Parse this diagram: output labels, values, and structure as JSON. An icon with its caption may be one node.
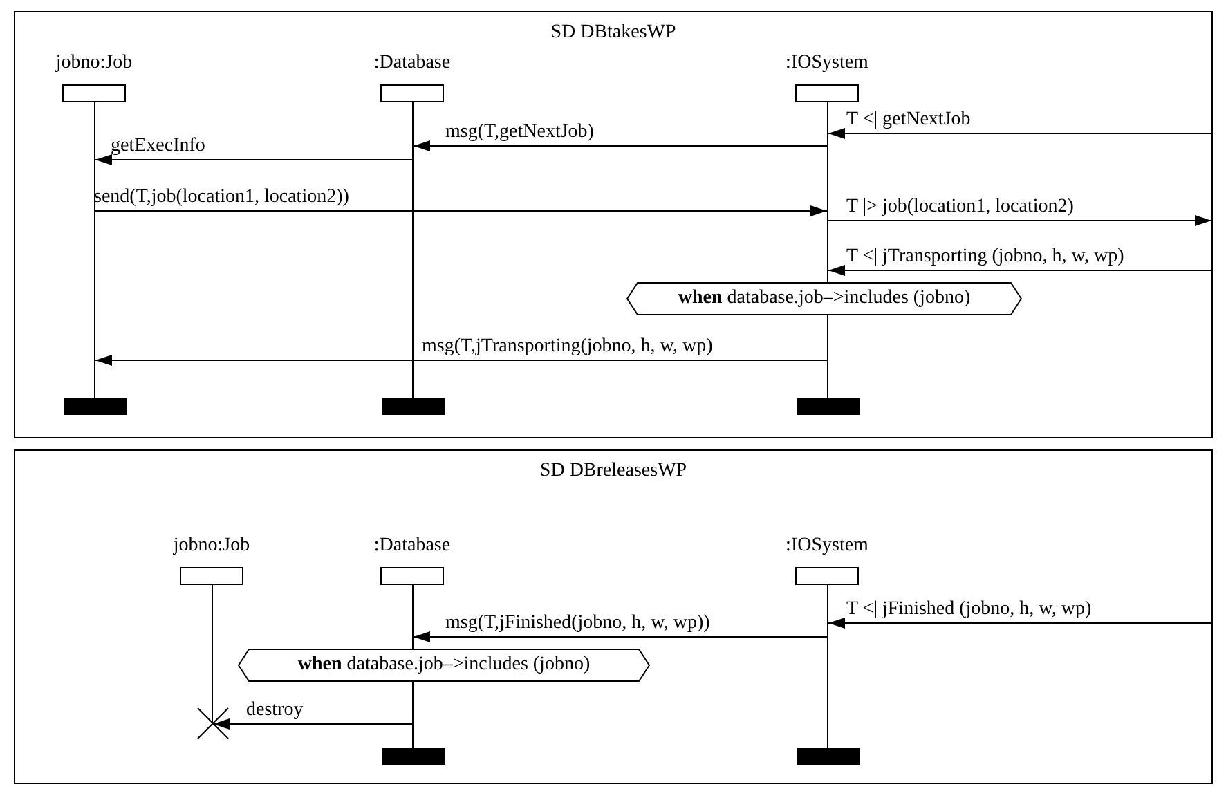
{
  "diagram": {
    "nodes": [
      {
        "text": [
          "SD DBtakesWP"
        ]
      },
      {
        "text": [
          "jobno:Job"
        ],
        "in": 0
      },
      {
        "text": [
          ":Database"
        ],
        "in": 0
      },
      {
        "text": [
          ":IOSystem"
        ],
        "in": 0
      },
      {
        "text": [],
        "shape": "line",
        "in": 0
      },
      {
        "text": [],
        "shape": "line",
        "in": 0
      },
      {
        "text": [],
        "shape": "line",
        "in": 0
      },
      {
        "text": [
          "**when** database.job–>includes (jobno)"
        ],
        "in": 0
      },
      {
        "text": [
          "SD DBreleasesWP"
        ]
      },
      {
        "text": [
          "jobno:Job"
        ],
        "in": 8
      },
      {
        "text": [
          ":Database"
        ],
        "in": 8
      },
      {
        "text": [
          ":IOSystem"
        ],
        "in": 8
      },
      {
        "text": [],
        "shape": "line",
        "in": 8
      },
      {
        "text": [],
        "shape": "line",
        "in": 8
      },
      {
        "text": [],
        "shape": "line",
        "in": 8
      },
      {
        "text": [
          "**when** database.job–>includes (jobno)"
        ],
        "in": 8
      }
    ],
    "edges": [
      {
        "from": null,
        "to": 6,
        "arrow": "to",
        "label": "T <| getNextJob"
      },
      {
        "from": 6,
        "to": 5,
        "arrow": "to",
        "label": "msg(T,getNextJob)"
      },
      {
        "from": 5,
        "to": 4,
        "arrow": "to",
        "label": "getExecInfo"
      },
      {
        "from": 4,
        "to": 6,
        "arrow": "to",
        "label": "send(T,job(location1, location2))"
      },
      {
        "from": 6,
        "to": null,
        "arrow": "to",
        "label": "T |> job(location1, location2)"
      },
      {
        "from": null,
        "to": 6,
        "arrow": "to",
        "label": "T <| jTransporting (jobno, h, w, wp)"
      },
      {
        "from": 6,
        "to": 4,
        "arrow": "to",
        "label": "msg(T,jTransporting(jobno, h, w, wp)"
      },
      {
        "from": null,
        "to": 14,
        "arrow": "to",
        "label": "T <| jFinished (jobno, h, w, wp)"
      },
      {
        "from": 14,
        "to": 13,
        "arrow": "to",
        "label": "msg(T,jFinished(jobno, h, w, wp))"
      },
      {
        "from": 13,
        "to": 12,
        "arrow": "to",
        "label": "destroy"
      }
    ]
  }
}
